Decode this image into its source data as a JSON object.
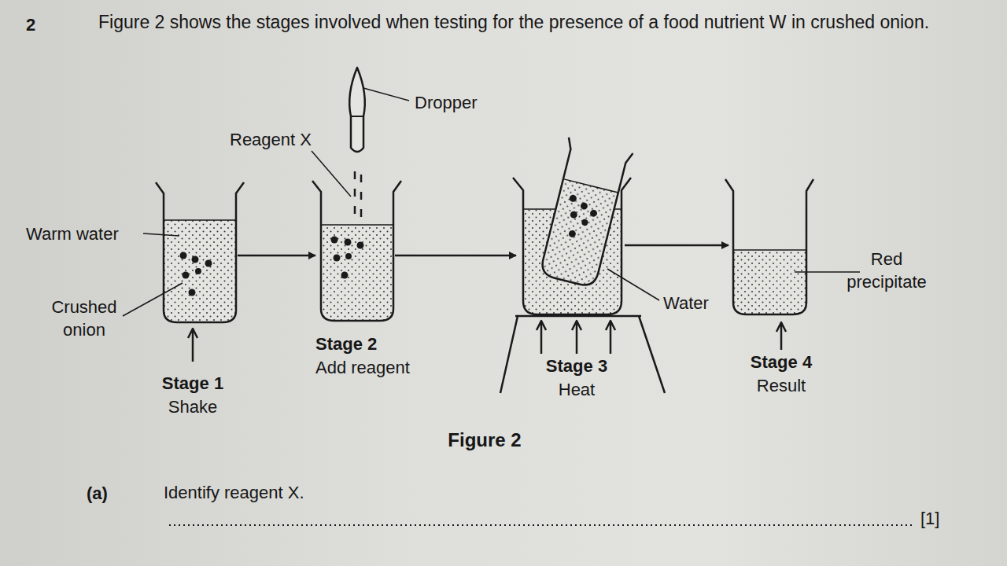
{
  "diagram": {
    "caption": "Figure 2",
    "nodes": [
      {
        "text": [
          "Stage 1",
          "Shake"
        ]
      },
      {
        "text": [
          "Stage 2",
          "Add reagent"
        ]
      },
      {
        "text": [
          "Stage 3",
          "Heat"
        ]
      },
      {
        "text": [
          "Stage 4",
          "Result"
        ]
      }
    ],
    "edges": [
      {
        "from": 0,
        "to": 1,
        "arrow": "to"
      },
      {
        "from": 1,
        "to": 2,
        "arrow": "to"
      },
      {
        "from": 2,
        "to": 3,
        "arrow": "to"
      }
    ],
    "labels": [
      "2",
      "Figure 2 shows the stages involved when testing for the presence of a food nutrient W in crushed onion.",
      "Dropper",
      "Reagent X",
      "Warm water",
      "Crushed onion",
      "Water",
      "Red precipitate",
      "(a)",
      "Identify reagent X.",
      "[1]"
    ]
  }
}
